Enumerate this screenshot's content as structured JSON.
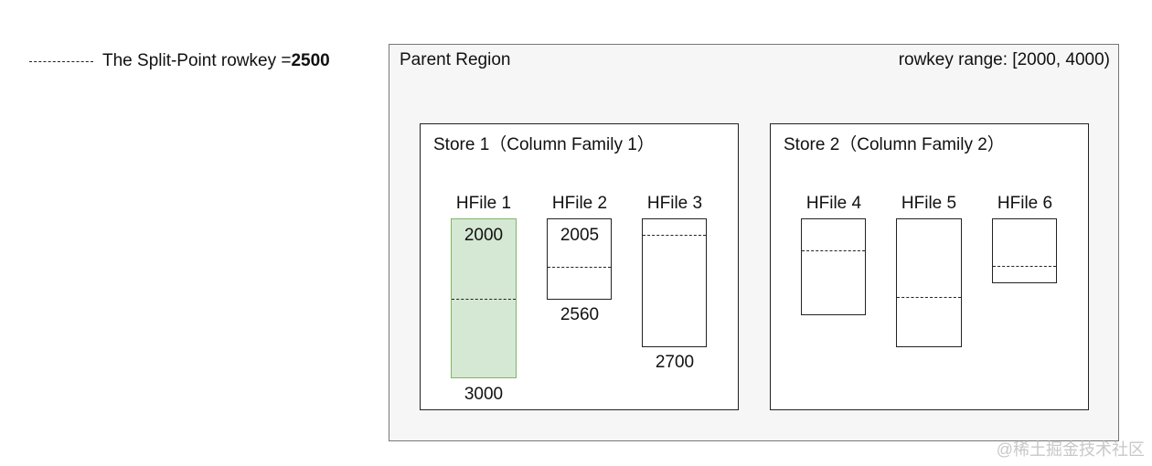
{
  "legend": {
    "text": "The Split-Point rowkey = ",
    "value": "2500"
  },
  "region": {
    "title": "Parent Region",
    "range": "rowkey range: [2000, 4000)"
  },
  "stores": [
    {
      "title": "Store 1（Column Family 1）"
    },
    {
      "title": "Store 2（Column Family 2）"
    }
  ],
  "hfiles": [
    {
      "label": "HFile 1",
      "start": "2000",
      "end": "3000"
    },
    {
      "label": "HFile 2",
      "start": "2005",
      "end": "2560"
    },
    {
      "label": "HFile 3",
      "start": "",
      "end": "2700"
    },
    {
      "label": "HFile 4"
    },
    {
      "label": "HFile 5"
    },
    {
      "label": "HFile 6"
    }
  ],
  "watermark": "@稀土掘金技术社区",
  "colors": {
    "highlight_fill": "#d5e8d4",
    "highlight_border": "#82b366"
  }
}
